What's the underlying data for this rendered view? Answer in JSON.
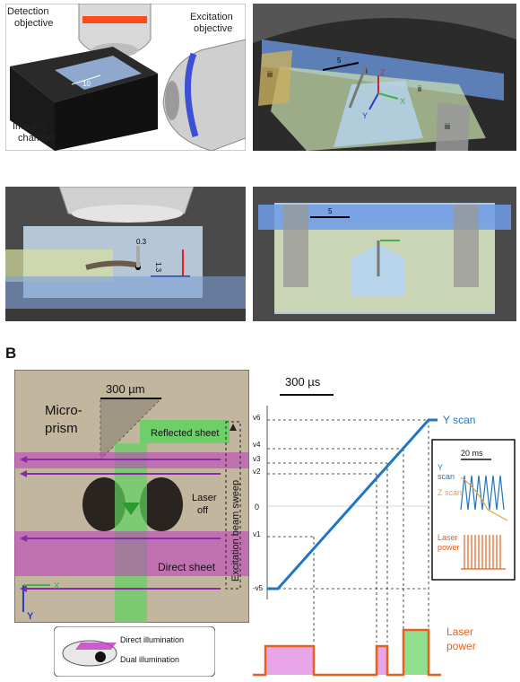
{
  "panel_a1": {
    "detection_label": "Detection\nobjective",
    "excitation_label": "Excitation\nobjective",
    "chamber_label": "Imaging\nchamber",
    "scale_label": "10"
  },
  "panel_a2": {
    "scale_label": "5",
    "region_i": "i",
    "region_ii": "ii",
    "region_iii_left": "iii",
    "region_iii_right": "iii",
    "axis_z": "Z",
    "axis_y": "Y",
    "axis_x": "X"
  },
  "panel_a3": {
    "dim_small": "0.3",
    "dim_large": "1.3"
  },
  "panel_a4": {
    "scale_label": "5"
  },
  "panel_b": {
    "panel_letter": "B",
    "scale_um": "300 µm",
    "scale_us": "300 µs",
    "micro_prism": "Micro-\nprism",
    "reflected_sheet": "Reflected sheet",
    "laser_off": "Laser\noff",
    "direct_sheet": "Direct sheet",
    "sweep_label": "Excitation beam sweep",
    "axis_x": "X",
    "axis_y": "Y",
    "direct_illumination": "Direct illumination",
    "dual_illumination": "Dual illumination",
    "y_scan_label": "Y scan",
    "laser_power_label": "Laser\npower",
    "v_labels": [
      "v6",
      "v4",
      "v3",
      "v2",
      "0",
      "v1",
      "-v5"
    ],
    "inset_scale": "20 ms",
    "inset_y_scan": "Y scan",
    "inset_z_scan": "Z scan",
    "inset_laser": "Laser\npower"
  },
  "colors": {
    "y_scan": "#1f77c4",
    "laser": "#e8601c",
    "green_sheet": "#5fd35f",
    "magenta_sheet": "#c03ac0",
    "purple_arrow": "#8b2aa8"
  }
}
